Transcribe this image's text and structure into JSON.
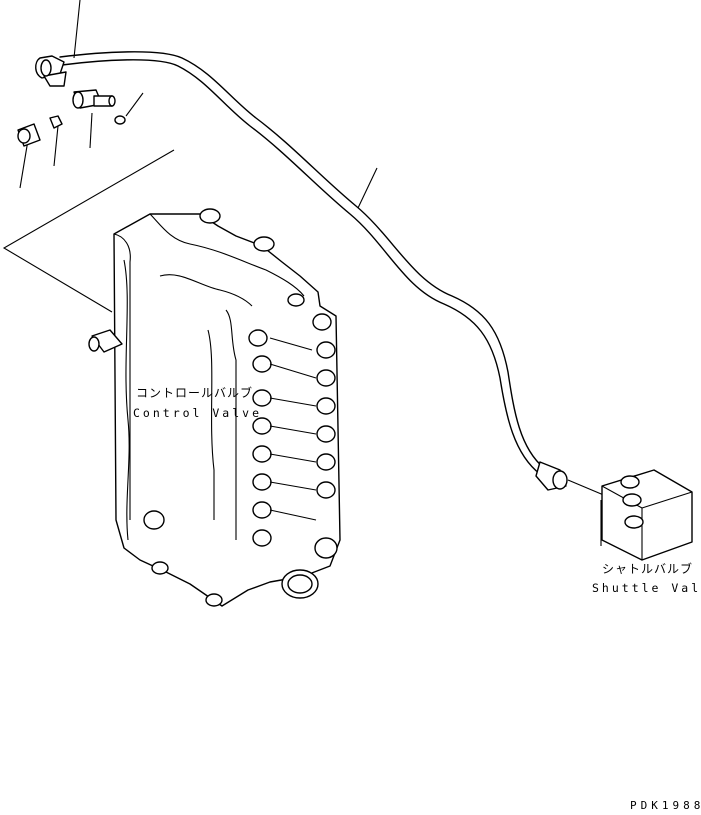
{
  "labels": {
    "control_valve_jp": "コントロールバルブ",
    "control_valve_en": "Control Valve",
    "shuttle_valve_jp": "シャトルバルブ",
    "shuttle_valve_en": "Shuttle Valve",
    "drawing_code": "PDK1988"
  }
}
